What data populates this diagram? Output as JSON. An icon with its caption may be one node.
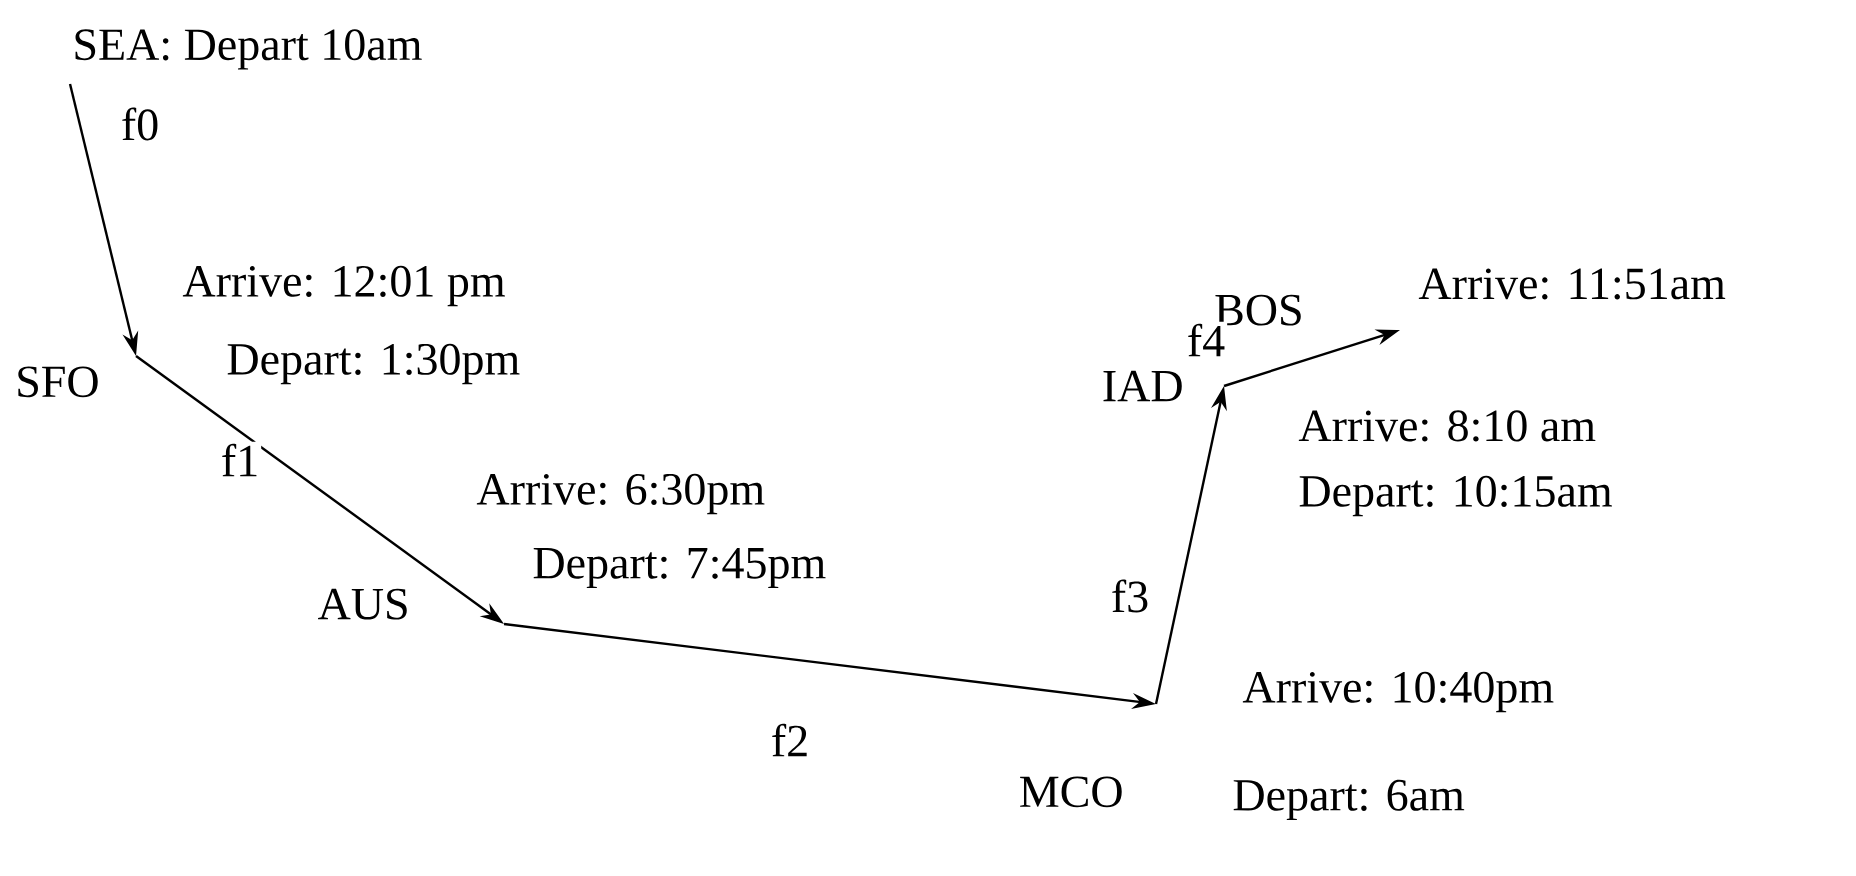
{
  "diagram": {
    "nodes": [
      {
        "text": [
          "SEA: Depart 10am"
        ]
      },
      {
        "text": [
          "SFO"
        ],
        "beside": [
          "Arrive: 12:01 pm",
          "Depart: 1:30pm"
        ]
      },
      {
        "text": [
          "AUS"
        ],
        "beside": [
          "Arrive: 6:30pm",
          "Depart: 7:45pm"
        ]
      },
      {
        "text": [
          "MCO"
        ],
        "beside": [
          "Arrive: 10:40pm",
          "Depart: 6am"
        ]
      },
      {
        "text": [
          "IAD"
        ],
        "beside": [
          "Arrive: 8:10 am",
          "Depart: 10:15am"
        ]
      },
      {
        "text": [
          "BOS"
        ],
        "beside": [
          "Arrive: 11:51am"
        ]
      }
    ],
    "edges": [
      {
        "from": 0,
        "to": 1,
        "arrow": "to",
        "label": "f0"
      },
      {
        "from": 1,
        "to": 2,
        "arrow": "to",
        "label": "f1"
      },
      {
        "from": 2,
        "to": 3,
        "arrow": "to",
        "label": "f2"
      },
      {
        "from": 3,
        "to": 4,
        "arrow": "to",
        "label": "f3"
      },
      {
        "from": 4,
        "to": 5,
        "arrow": "to",
        "label": "f4"
      }
    ]
  }
}
